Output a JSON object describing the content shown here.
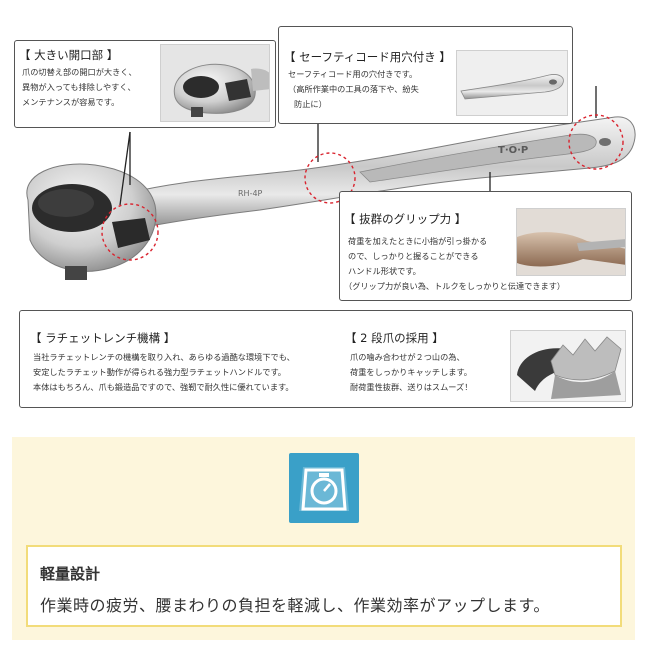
{
  "callouts": {
    "opening": {
      "title": "【 大きい開口部 】",
      "lines": [
        "爪の切替え部の開口が大きく、",
        "異物が入っても排除しやすく、",
        "メンテナンスが容易です。"
      ]
    },
    "safety_cord": {
      "title": "【 セーフティコード用穴付き 】",
      "lines": [
        "セーフティコード用の穴付きです。",
        "（高所作業中の工具の落下や、紛失",
        "防止に）"
      ]
    },
    "grip": {
      "title": "【 抜群のグリップ力 】",
      "lines": [
        "荷重を加えたときに小指が引っ掛かる",
        "ので、しっかりと握ることができる",
        "ハンドル形状です。",
        "（グリップ力が良い為、トルクをしっかりと伝達できます）"
      ]
    },
    "ratchet": {
      "title": "【 ラチェットレンチ機構 】",
      "lines": [
        "当社ラチェットレンチの機構を取り入れ、あらゆる過酷な環境下でも、",
        "安定したラチェット動作が得られる強力型ラチェットハンドルです。",
        "本体はもちろん、爪も鍛造品ですので、強靭で耐久性に優れています。"
      ]
    },
    "two_stage": {
      "title": "【 2 段爪の採用 】",
      "lines": [
        "爪の噛み合わせが２つ山の為、",
        "荷重をしっかりキャッチします。",
        "耐荷重性抜群、送りはスムーズ！"
      ]
    }
  },
  "product": {
    "brand_mark": "T·O·P",
    "model_mark": "RH-4P",
    "icon": "ratchet-wrench-illustration"
  },
  "feature": {
    "icon": "scale-icon",
    "title": "軽量設計",
    "text": "作業時の疲労、腰まわりの負担を軽減し、作業効率がアップします。"
  },
  "colors": {
    "panel_bg": "#fdf6dc",
    "panel_border": "#f2dc7a",
    "icon_bg": "#3aa0c8",
    "highlight_circle": "#d9232e"
  }
}
